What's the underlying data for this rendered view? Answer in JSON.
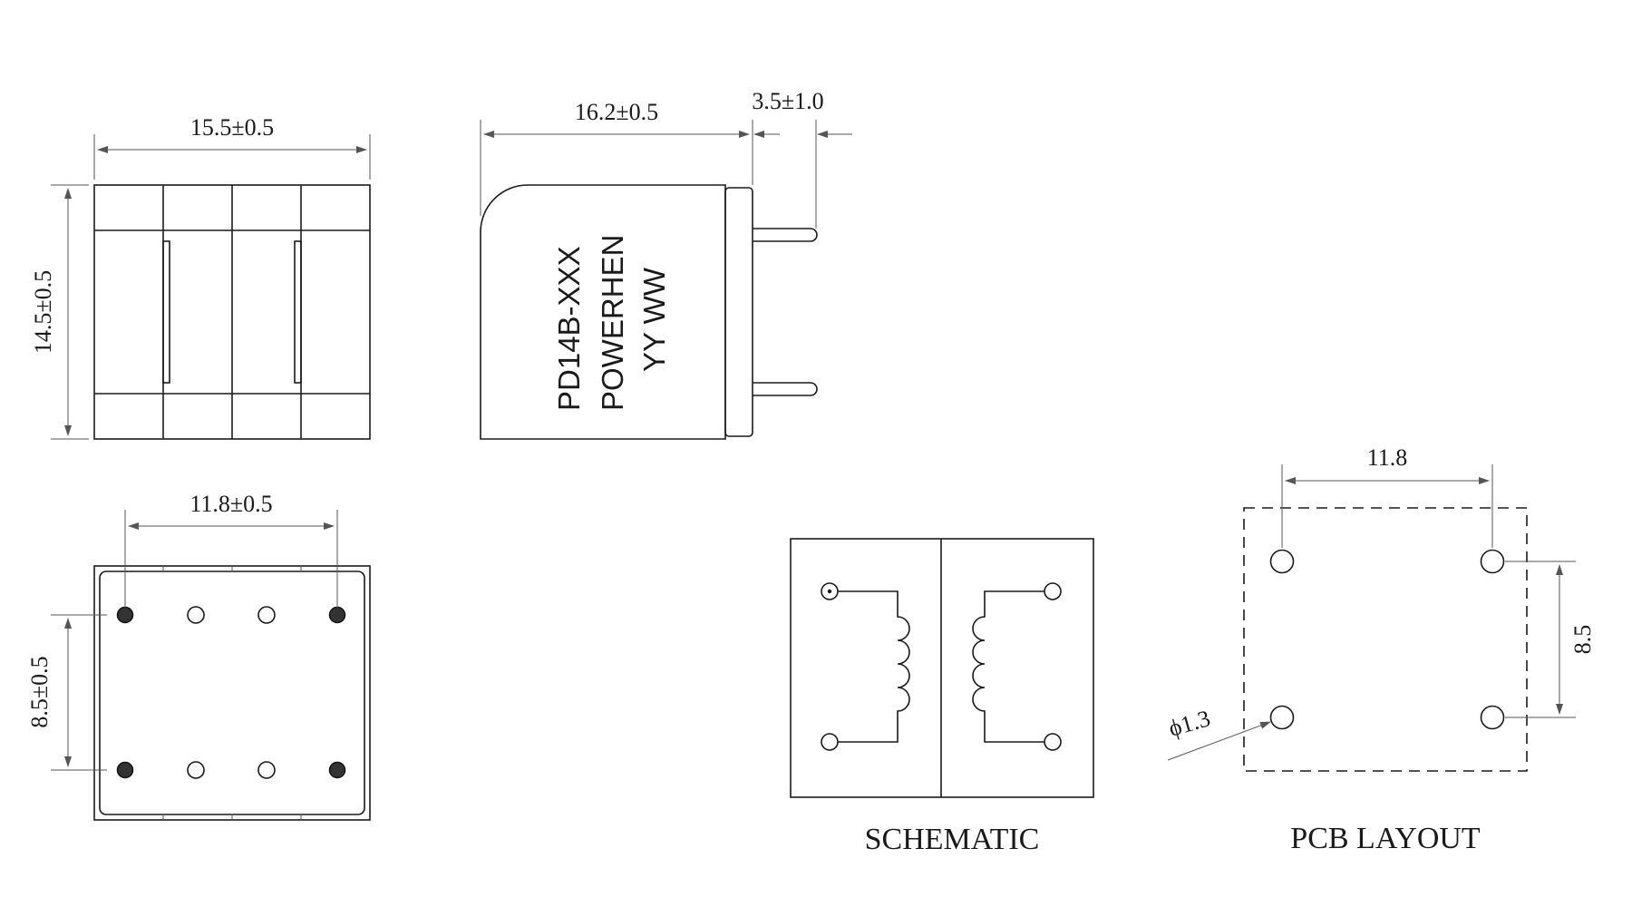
{
  "front_view": {
    "width_dim": "15.5±0.5",
    "height_dim": "14.5±0.5"
  },
  "side_view": {
    "length_dim": "16.2±0.5",
    "pin_dim": "3.5±1.0",
    "marking": {
      "line1": "PD14B-XXX",
      "line2": "POWERHEN",
      "line3": "YY WW"
    }
  },
  "bottom_view": {
    "pin_span_dim": "11.8±0.5",
    "row_span_dim": "8.5±0.5",
    "active_pin_color": "#333333"
  },
  "schematic": {
    "caption": "SCHEMATIC"
  },
  "pcb_layout": {
    "caption": "PCB LAYOUT",
    "pin_span_dim": "11.8",
    "row_span_dim": "8.5",
    "hole_dim": "ϕ1.3"
  }
}
